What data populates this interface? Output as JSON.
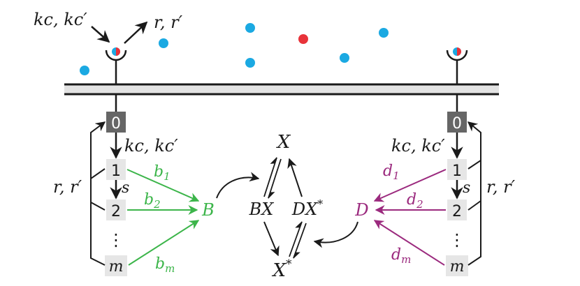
{
  "colors": {
    "blue": "#1ba9e2",
    "red": "#e8333a",
    "green": "#3cb54a",
    "purple": "#9b2a7e",
    "black": "#1a1a1a",
    "state_box": "#e6e6e6",
    "state_zero": "#666666",
    "membrane": "#e3e3e3"
  },
  "labels": {
    "binding_in": "kc, kc′",
    "release_out": "r, r′",
    "left_kc": "kc, kc′",
    "right_kc": "kc, kc′",
    "left_r": "r, r′",
    "right_r": "r, r′",
    "left_s": "s",
    "right_s": "s"
  },
  "left_states": [
    "0",
    "1",
    "2",
    "⋮",
    "m"
  ],
  "right_states": [
    "0",
    "1",
    "2",
    "⋮",
    "m"
  ],
  "left_rates": [
    "b1",
    "b2",
    "bm"
  ],
  "right_rates": [
    "d1",
    "d2",
    "dm"
  ],
  "nodes": {
    "B": "B",
    "D": "D",
    "X": "X",
    "BX": "BX",
    "DXs": "DX*",
    "Xs": "X*"
  }
}
